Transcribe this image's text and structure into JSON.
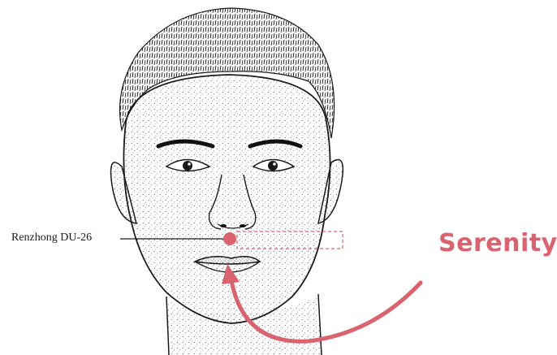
{
  "diagram": {
    "point_label": "Renzhong DU-26",
    "brand_text": "Serenity",
    "accent_color": "#d9636f",
    "line_color": "#1a1a1a",
    "icons": [
      "acupoint-marker",
      "curved-arrow"
    ]
  }
}
